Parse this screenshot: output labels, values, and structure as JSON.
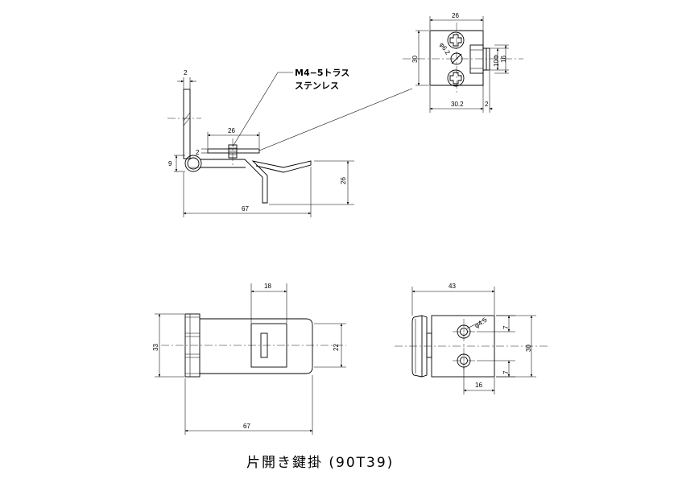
{
  "title": "片開き鍵掛 (90T39)",
  "note": {
    "line1": "M4−5トラス",
    "line2": "ステンレス"
  },
  "dims": {
    "top_thickness": "2",
    "top_26": "26",
    "top_2": "2",
    "top_9": "9",
    "top_26_height": "26",
    "top_67": "67",
    "det_26": "26",
    "det_30": "30",
    "det_phi62": "φ6.2",
    "det_10": "10Φ",
    "det_16": "16",
    "det_302": "30.2",
    "det_2": "2",
    "front_18": "18",
    "front_33": "33",
    "front_22": "22",
    "front_67": "67",
    "side_43": "43",
    "side_7a": "7",
    "side_phi45": "φ4.5",
    "side_30": "30",
    "side_7b": "7",
    "side_16": "16"
  }
}
